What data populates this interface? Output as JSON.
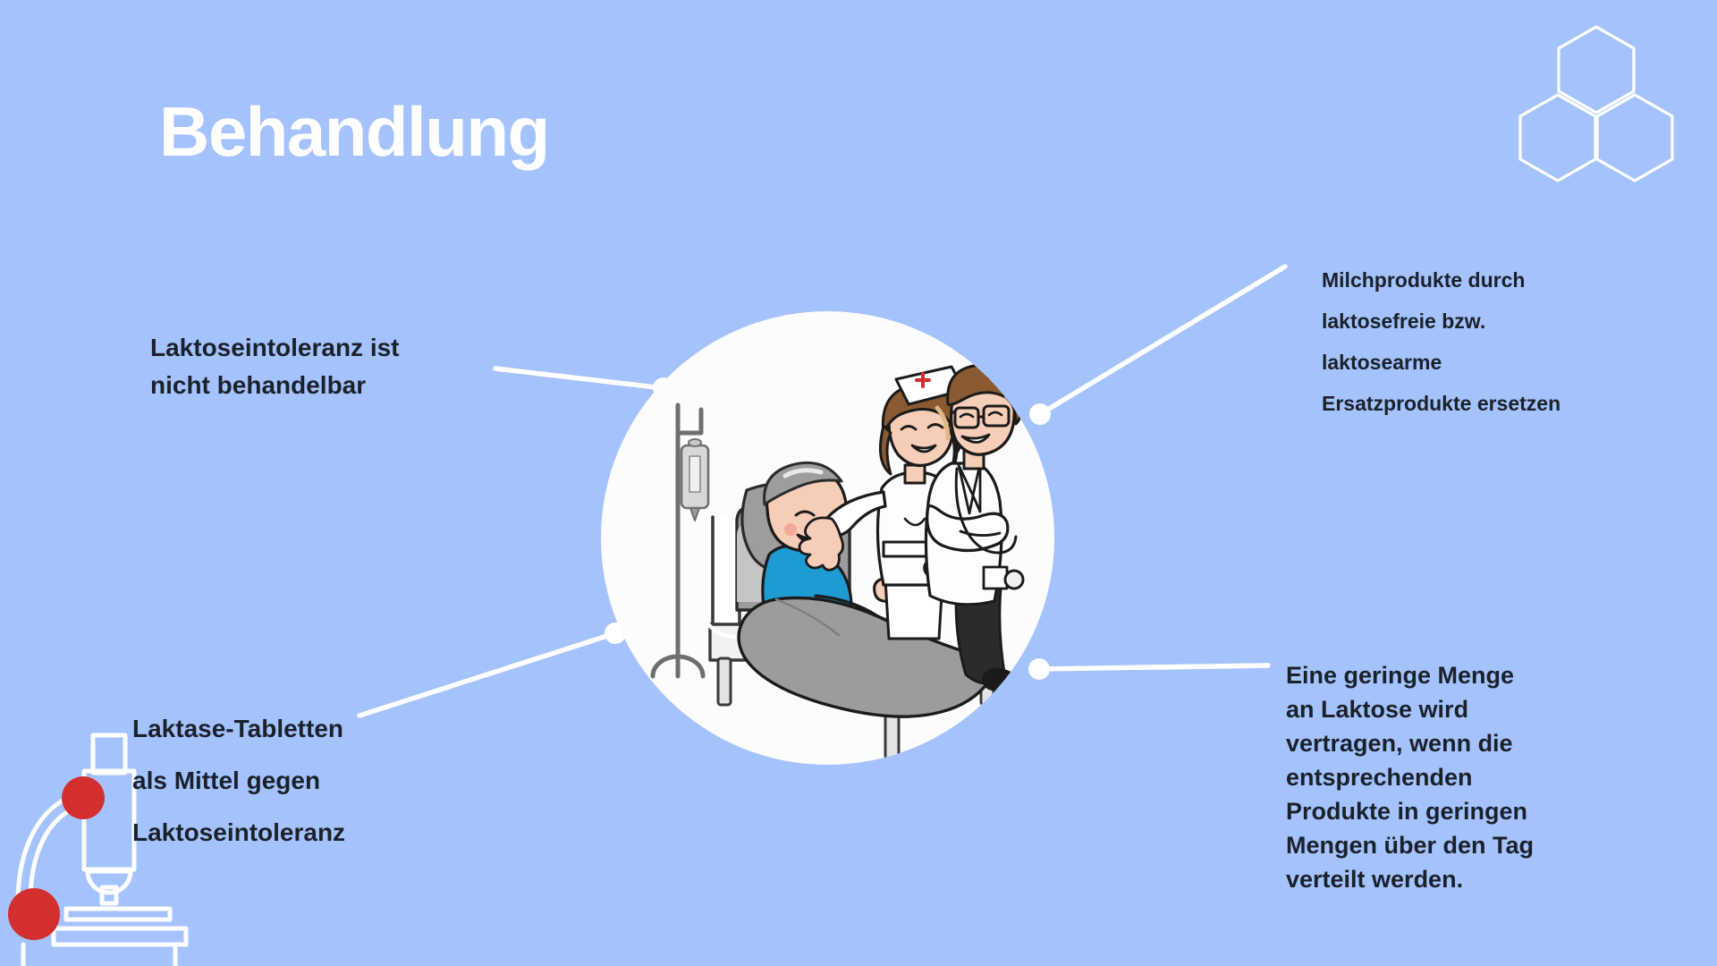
{
  "page": {
    "title": "Behandlung",
    "background_color": "#a4c3fc",
    "text_color": "#1b212b",
    "accent_white": "#ffffff",
    "accent_red": "#d32f2f"
  },
  "decorations": {
    "hexagon_cluster": {
      "name": "hexagon-cluster-icon",
      "count": 3,
      "stroke_color": "#ffffff"
    },
    "microscope": {
      "name": "microscope-icon",
      "stroke_color": "#ffffff",
      "knob_color": "#d32f2f",
      "knob_count": 2
    }
  },
  "illustration": {
    "name": "hospital-patient-illustration",
    "shape": "circle",
    "background_color": "#fcfcfd",
    "elements": [
      "iv-drip-stand",
      "hospital-bed",
      "elderly-patient",
      "nurse",
      "doctor"
    ]
  },
  "callouts": [
    {
      "id": "untreatable",
      "name": "callout-untreatable",
      "lines": [
        "Laktoseintoleranz ist",
        "nicht behandelbar"
      ]
    },
    {
      "id": "tablets",
      "name": "callout-lactase-tablets",
      "lines": [
        "Laktase-Tabletten",
        "als Mittel gegen",
        "Laktoseintoleranz"
      ]
    },
    {
      "id": "replace",
      "name": "callout-replace-dairy",
      "lines": [
        "Milchprodukte durch",
        "laktosefreie bzw.",
        "laktosearme",
        "Ersatzprodukte ersetzen"
      ]
    },
    {
      "id": "small_amounts",
      "name": "callout-small-amounts",
      "lines": [
        "Eine geringe Menge",
        "an Laktose wird",
        "vertragen, wenn die",
        "entsprechenden",
        "Produkte in geringen",
        "Mengen über den Tag",
        "verteilt werden."
      ]
    }
  ]
}
